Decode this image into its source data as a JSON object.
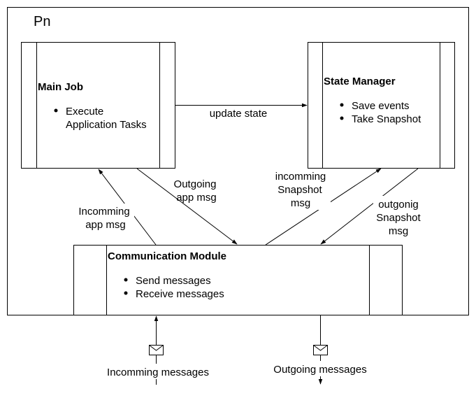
{
  "container": {
    "label": "Pn"
  },
  "main_job": {
    "title": "Main Job",
    "bullets": [
      "Execute",
      "Application Tasks"
    ]
  },
  "state_manager": {
    "title": "State Manager",
    "bullets": [
      "Save events",
      "Take Snapshot"
    ]
  },
  "communication_module": {
    "title": "Communication Module",
    "bullets": [
      "Send messages",
      "Receive messages"
    ]
  },
  "edges": {
    "update_state": "update state",
    "outgoing_app_msg": [
      "Outgoing",
      "app msg"
    ],
    "incomming_app_msg": [
      "Incomming",
      "app msg"
    ],
    "incomming_snapshot_msg": [
      "incomming",
      "Snapshot",
      "msg"
    ],
    "outgonig_snapshot_msg": [
      "outgonig",
      "Snapshot",
      "msg"
    ]
  },
  "external": {
    "incomming_messages": "Incomming messages",
    "outgoing_messages": "Outgoing messages",
    "icon": "envelope-icon"
  }
}
